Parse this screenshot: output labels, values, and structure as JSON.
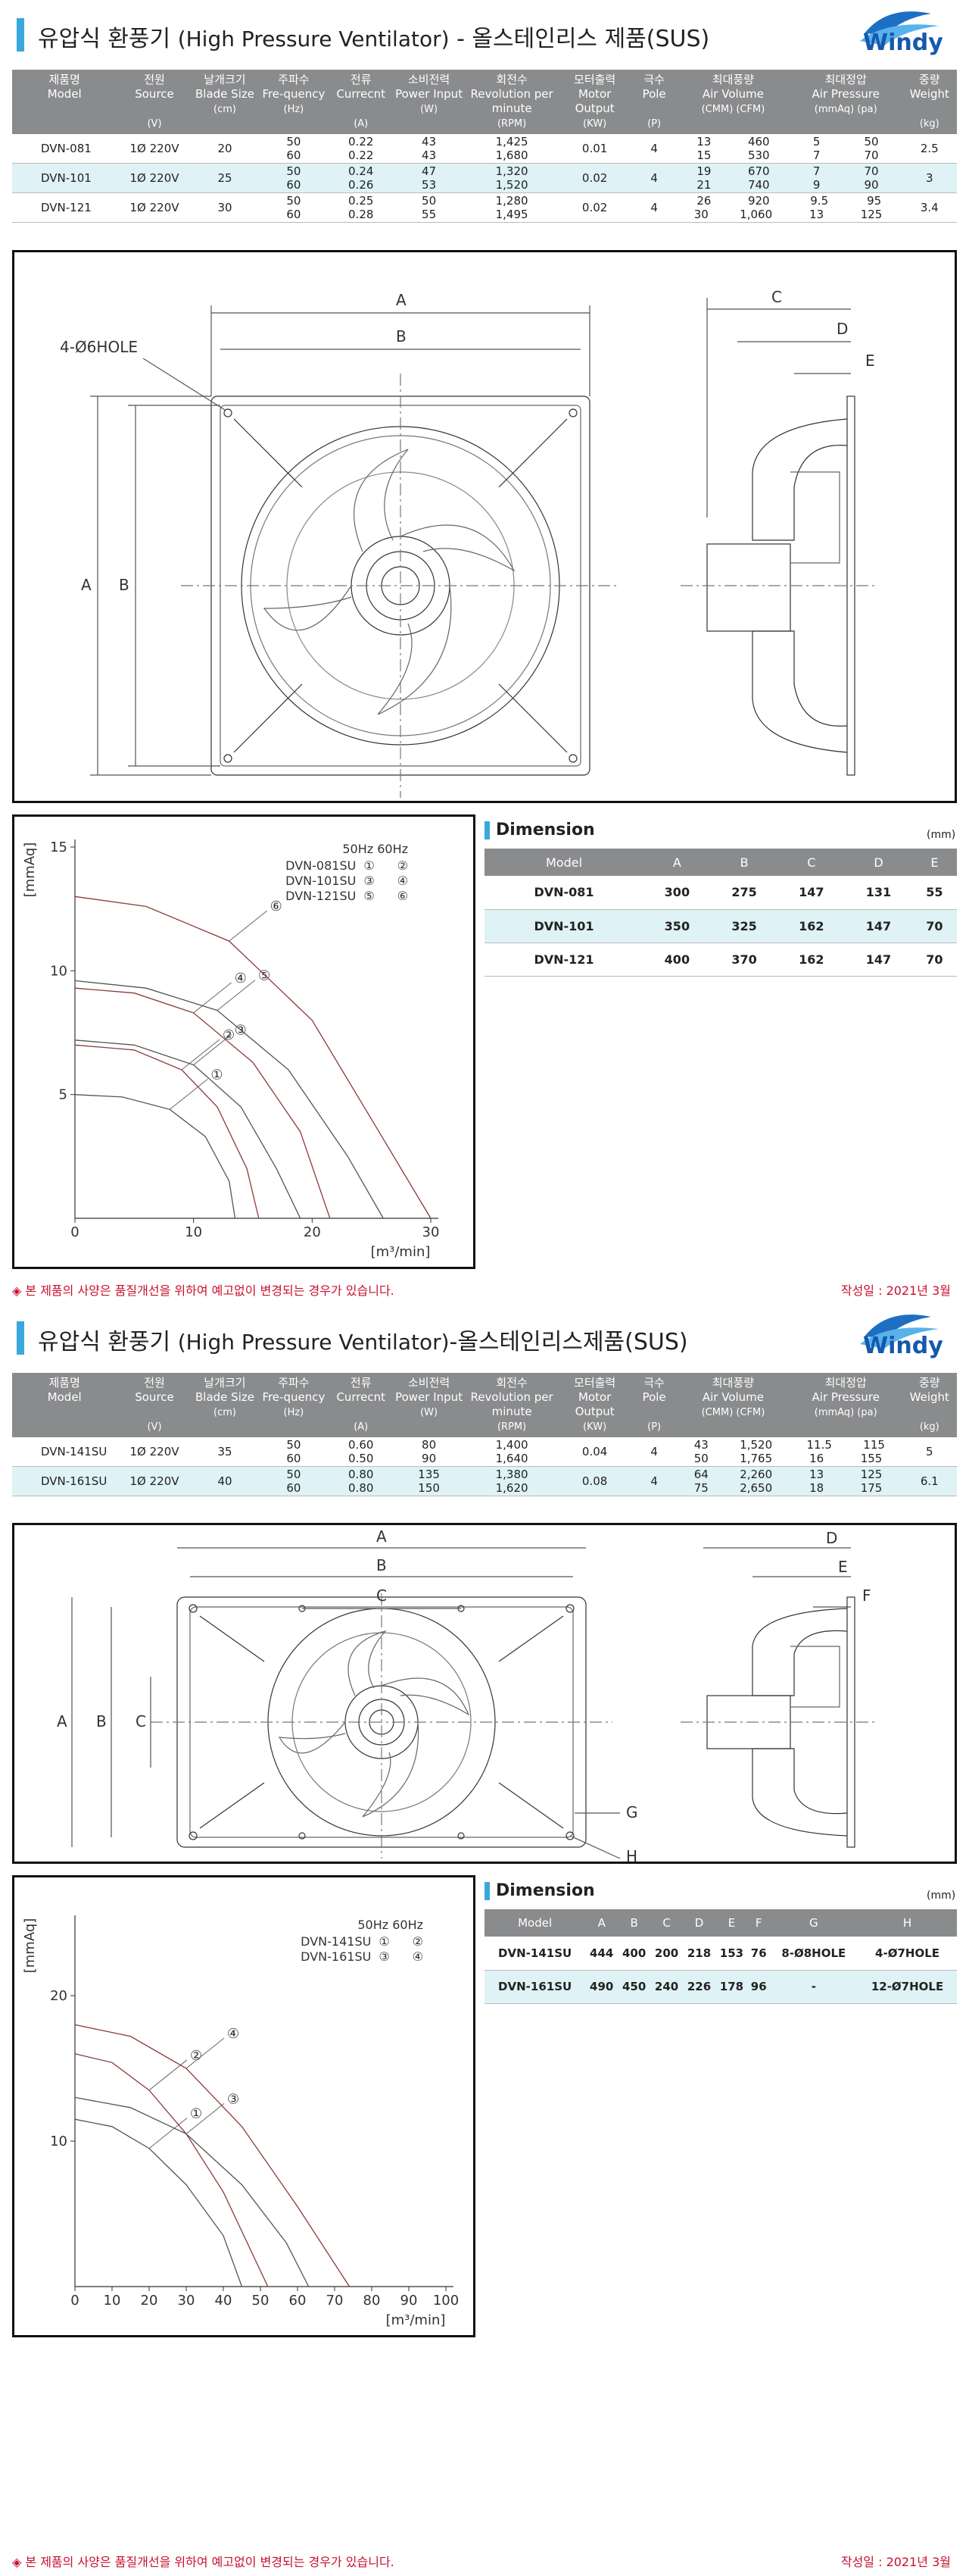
{
  "brand": "Windy",
  "sections": [
    {
      "title_ko": "유압식 환풍기",
      "title_en": "(High Pressure Ventilator)",
      "title_suffix": " - 올스테인리스 제품(SUS)",
      "spec_table": {
        "headers": [
          {
            "ko": "제품명",
            "en": "Model",
            "unit": ""
          },
          {
            "ko": "전원",
            "en": "Source",
            "unit": "(V)"
          },
          {
            "ko": "날개크기",
            "en": "Blade Size",
            "unit": "(cm)"
          },
          {
            "ko": "주파수",
            "en": "Fre-quency",
            "unit": "(Hz)"
          },
          {
            "ko": "전류",
            "en": "Currecnt",
            "unit": "(A)"
          },
          {
            "ko": "소비전력",
            "en": "Power Input",
            "unit": "(W)"
          },
          {
            "ko": "회전수",
            "en": "Revolution per minute",
            "unit": "(RPM)"
          },
          {
            "ko": "모터출력",
            "en": "Motor Output",
            "unit": "(KW)"
          },
          {
            "ko": "극수",
            "en": "Pole",
            "unit": "(P)"
          },
          {
            "ko": "최대풍량",
            "en": "Air Volume",
            "unit": "(CMM)  (CFM)"
          },
          {
            "ko": "최대정압",
            "en": "Air Pressure",
            "unit": "(mmAq)  (pa)"
          },
          {
            "ko": "중량",
            "en": "Weight",
            "unit": "(kg)"
          }
        ],
        "rows": [
          {
            "model": "DVN-081",
            "source": "1Ø 220V",
            "blade": "20",
            "freq": [
              "50",
              "60"
            ],
            "current": [
              "0.22",
              "0.22"
            ],
            "power": [
              "43",
              "43"
            ],
            "rpm": [
              "1,425",
              "1,680"
            ],
            "motor": "0.01",
            "pole": "4",
            "cmm": [
              "13",
              "15"
            ],
            "cfm": [
              "460",
              "530"
            ],
            "mmaq": [
              "5",
              "7"
            ],
            "pa": [
              "50",
              "70"
            ],
            "weight": "2.5"
          },
          {
            "model": "DVN-101",
            "source": "1Ø 220V",
            "blade": "25",
            "freq": [
              "50",
              "60"
            ],
            "current": [
              "0.24",
              "0.26"
            ],
            "power": [
              "47",
              "53"
            ],
            "rpm": [
              "1,320",
              "1,520"
            ],
            "motor": "0.02",
            "pole": "4",
            "cmm": [
              "19",
              "21"
            ],
            "cfm": [
              "670",
              "740"
            ],
            "mmaq": [
              "7",
              "9"
            ],
            "pa": [
              "70",
              "90"
            ],
            "weight": "3"
          },
          {
            "model": "DVN-121",
            "source": "1Ø 220V",
            "blade": "30",
            "freq": [
              "50",
              "60"
            ],
            "current": [
              "0.25",
              "0.28"
            ],
            "power": [
              "50",
              "55"
            ],
            "rpm": [
              "1,280",
              "1,495"
            ],
            "motor": "0.02",
            "pole": "4",
            "cmm": [
              "26",
              "30"
            ],
            "cfm": [
              "920",
              "1,060"
            ],
            "mmaq": [
              "9.5",
              "13"
            ],
            "pa": [
              "95",
              "125"
            ],
            "weight": "3.4"
          }
        ]
      },
      "drawing_labels": {
        "hole": "4-Ø6HOLE",
        "A": "A",
        "B": "B",
        "C": "C",
        "D": "D",
        "E": "E"
      },
      "dimension": {
        "title": "Dimension",
        "unit": "(mm)",
        "headers": [
          "Model",
          "A",
          "B",
          "C",
          "D",
          "E"
        ],
        "rows": [
          [
            "DVN-081",
            "300",
            "275",
            "147",
            "131",
            "55"
          ],
          [
            "DVN-101",
            "350",
            "325",
            "162",
            "147",
            "70"
          ],
          [
            "DVN-121",
            "400",
            "370",
            "162",
            "147",
            "70"
          ]
        ]
      },
      "notice": "◈ 본 제품의 사양은 품질개선을 위하여 예고없이 변경되는 경우가 있습니다.",
      "date": "작성일 : 2021년 3월"
    },
    {
      "title_ko": "유압식 환풍기",
      "title_en": "(High Pressure Ventilator)",
      "title_suffix": "-올스테인리스제품(SUS)",
      "spec_table": {
        "rows": [
          {
            "model": "DVN-141SU",
            "source": "1Ø 220V",
            "blade": "35",
            "freq": [
              "50",
              "60"
            ],
            "current": [
              "0.60",
              "0.50"
            ],
            "power": [
              "80",
              "90"
            ],
            "rpm": [
              "1,400",
              "1,640"
            ],
            "motor": "0.04",
            "pole": "4",
            "cmm": [
              "43",
              "50"
            ],
            "cfm": [
              "1,520",
              "1,765"
            ],
            "mmaq": [
              "11.5",
              "16"
            ],
            "pa": [
              "115",
              "155"
            ],
            "weight": "5"
          },
          {
            "model": "DVN-161SU",
            "source": "1Ø 220V",
            "blade": "40",
            "freq": [
              "50",
              "60"
            ],
            "current": [
              "0.80",
              "0.80"
            ],
            "power": [
              "135",
              "150"
            ],
            "rpm": [
              "1,380",
              "1,620"
            ],
            "motor": "0.08",
            "pole": "4",
            "cmm": [
              "64",
              "75"
            ],
            "cfm": [
              "2,260",
              "2,650"
            ],
            "mmaq": [
              "13",
              "18"
            ],
            "pa": [
              "125",
              "175"
            ],
            "weight": "6.1"
          }
        ]
      },
      "drawing_labels": {
        "A": "A",
        "B": "B",
        "C": "C",
        "D": "D",
        "E": "E",
        "F": "F",
        "G": "G",
        "H": "H"
      },
      "dimension": {
        "title": "Dimension",
        "unit": "(mm)",
        "headers": [
          "Model",
          "A",
          "B",
          "C",
          "D",
          "E",
          "F",
          "G",
          "H"
        ],
        "rows": [
          [
            "DVN-141SU",
            "444",
            "400",
            "200",
            "218",
            "153",
            "76",
            "8-Ø8HOLE",
            "4-Ø7HOLE"
          ],
          [
            "DVN-161SU",
            "490",
            "450",
            "240",
            "226",
            "178",
            "96",
            "-",
            "12-Ø7HOLE"
          ]
        ]
      },
      "notice": "◈ 본 제품의 사양은 품질개선을 위하여 예고없이 변경되는 경우가 있습니다.",
      "date": "작성일 : 2021년 3월"
    }
  ],
  "chart_data": [
    {
      "type": "line",
      "ylabel": "[mmAq]",
      "xlabel": "[m³/min]",
      "xlim": [
        0,
        30
      ],
      "ylim": [
        0,
        15
      ],
      "xticks": [
        0,
        10,
        20,
        30
      ],
      "yticks": [
        5,
        10,
        15
      ],
      "legend_header": "50Hz  60Hz",
      "legend": [
        {
          "model": "DVN-081SU",
          "m50": "①",
          "m60": "②"
        },
        {
          "model": "DVN-101SU",
          "m50": "③",
          "m60": "④"
        },
        {
          "model": "DVN-121SU",
          "m50": "⑤",
          "m60": "⑥"
        }
      ],
      "series": [
        {
          "name": "①",
          "points": [
            [
              0,
              5.0
            ],
            [
              4,
              4.9
            ],
            [
              8,
              4.4
            ],
            [
              11,
              3.3
            ],
            [
              13,
              1.5
            ],
            [
              13.5,
              0
            ]
          ]
        },
        {
          "name": "②",
          "points": [
            [
              0,
              7.0
            ],
            [
              5,
              6.8
            ],
            [
              9,
              6.0
            ],
            [
              12,
              4.5
            ],
            [
              14.5,
              2.0
            ],
            [
              15.5,
              0
            ]
          ]
        },
        {
          "name": "③",
          "points": [
            [
              0,
              7.2
            ],
            [
              5,
              7.0
            ],
            [
              10,
              6.2
            ],
            [
              14,
              4.5
            ],
            [
              17,
              2.0
            ],
            [
              19,
              0
            ]
          ]
        },
        {
          "name": "④",
          "points": [
            [
              0,
              9.3
            ],
            [
              5,
              9.1
            ],
            [
              10,
              8.3
            ],
            [
              15,
              6.3
            ],
            [
              19,
              3.5
            ],
            [
              21.5,
              0
            ]
          ]
        },
        {
          "name": "⑤",
          "points": [
            [
              0,
              9.6
            ],
            [
              6,
              9.3
            ],
            [
              12,
              8.4
            ],
            [
              18,
              6.0
            ],
            [
              23,
              2.5
            ],
            [
              26,
              0
            ]
          ]
        },
        {
          "name": "⑥",
          "points": [
            [
              0,
              13.0
            ],
            [
              6,
              12.6
            ],
            [
              13,
              11.2
            ],
            [
              20,
              8.0
            ],
            [
              25,
              4.0
            ],
            [
              30,
              0
            ]
          ]
        }
      ]
    },
    {
      "type": "line",
      "ylabel": "[mmAq]",
      "xlabel": "[m³/min]",
      "xlim": [
        0,
        100
      ],
      "ylim": [
        0,
        25
      ],
      "xticks": [
        0,
        10,
        20,
        30,
        40,
        50,
        60,
        70,
        80,
        90,
        100
      ],
      "yticks": [
        10,
        20
      ],
      "legend_header": "50Hz  60Hz",
      "legend": [
        {
          "model": "DVN-141SU",
          "m50": "①",
          "m60": "②"
        },
        {
          "model": "DVN-161SU",
          "m50": "③",
          "m60": "④"
        }
      ],
      "series": [
        {
          "name": "①",
          "points": [
            [
              0,
              11.5
            ],
            [
              10,
              11.0
            ],
            [
              20,
              9.5
            ],
            [
              30,
              7.0
            ],
            [
              40,
              3.5
            ],
            [
              45,
              0
            ]
          ]
        },
        {
          "name": "②",
          "points": [
            [
              0,
              16.0
            ],
            [
              10,
              15.4
            ],
            [
              20,
              13.5
            ],
            [
              30,
              10.5
            ],
            [
              40,
              6.5
            ],
            [
              52,
              0
            ]
          ]
        },
        {
          "name": "③",
          "points": [
            [
              0,
              13.0
            ],
            [
              15,
              12.3
            ],
            [
              30,
              10.5
            ],
            [
              45,
              7.0
            ],
            [
              57,
              3.0
            ],
            [
              63,
              0
            ]
          ]
        },
        {
          "name": "④",
          "points": [
            [
              0,
              18.0
            ],
            [
              15,
              17.2
            ],
            [
              30,
              15.0
            ],
            [
              45,
              11.0
            ],
            [
              60,
              5.5
            ],
            [
              74,
              0
            ]
          ]
        }
      ]
    }
  ]
}
